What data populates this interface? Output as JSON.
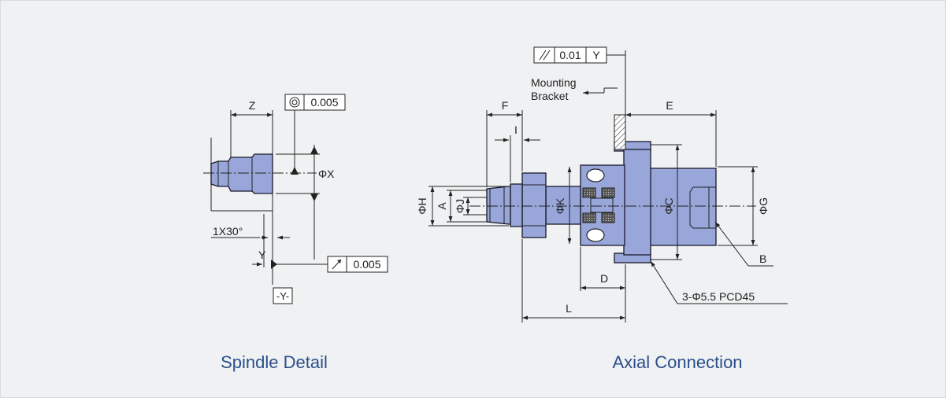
{
  "colors": {
    "part_fill": "#98a6da",
    "background": "#f0f1f3",
    "caption": "#2a4f8a",
    "line": "#222222"
  },
  "spindle": {
    "caption": "Spindle Detail",
    "labels": {
      "z": "Z",
      "x": "ΦX",
      "chamfer": "1X30°",
      "y": "Y",
      "datum": "-Y-"
    },
    "fcf_concentricity": {
      "symbol": "concentricity-icon",
      "value": "0.005"
    },
    "fcf_runout": {
      "symbol": "circular-runout-icon",
      "value": "0.005"
    }
  },
  "axial": {
    "caption": "Axial Connection",
    "labels": {
      "f": "F",
      "i": "I",
      "e": "E",
      "mounting": "Mounting",
      "bracket": "Bracket",
      "h": "ΦH",
      "a": "A",
      "j": "ΦJ",
      "k": "ΦK",
      "c": "ΦC",
      "g": "ΦG",
      "b": "B",
      "d": "D",
      "l": "L",
      "holes": "3-Φ5.5 PCD45"
    },
    "fcf_parallel": {
      "symbol": "parallelism-icon",
      "value": "0.01",
      "datum": "Y"
    }
  }
}
